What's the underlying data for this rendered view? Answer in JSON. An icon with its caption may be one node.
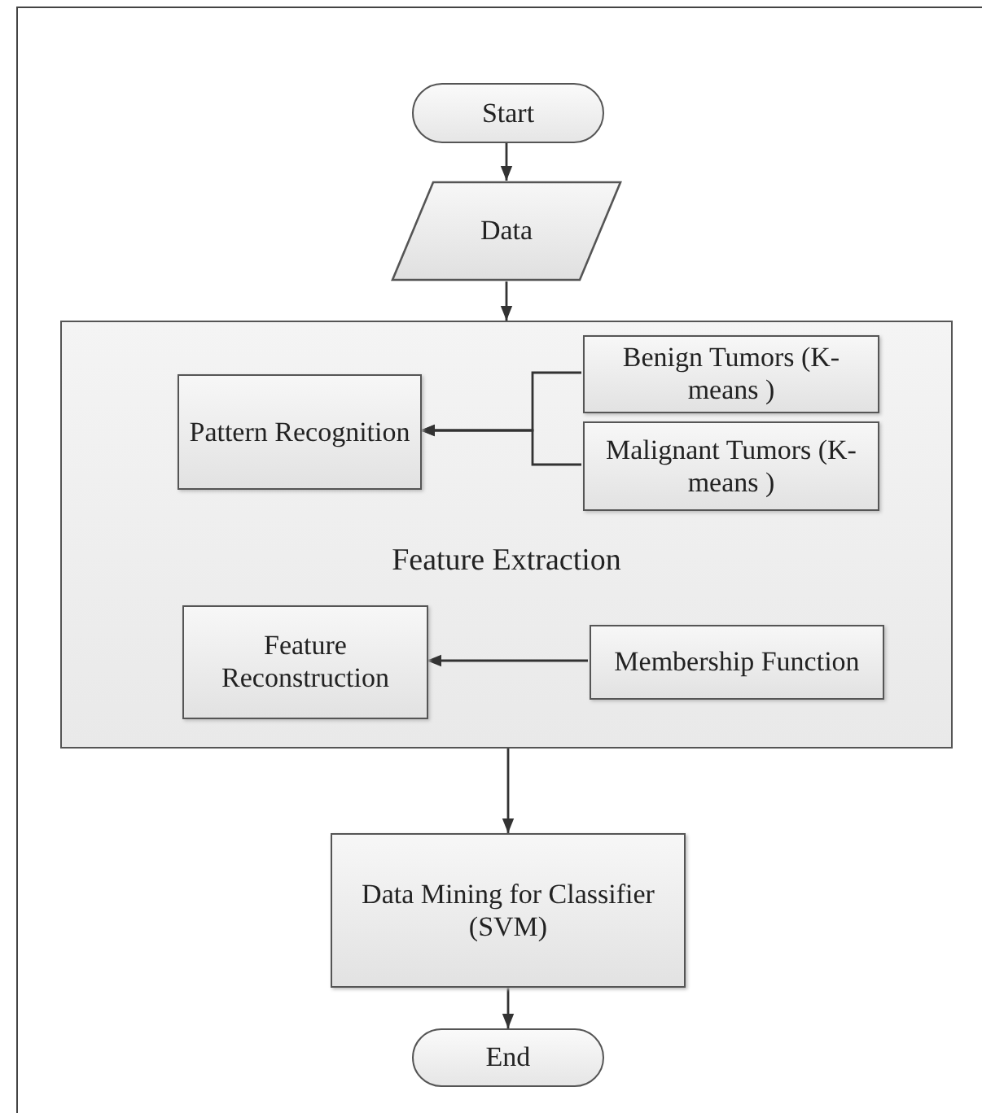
{
  "diagram": {
    "nodes": [
      {
        "text": [
          "Start"
        ]
      },
      {
        "text": [
          "Data"
        ]
      },
      {
        "text": [
          "Feature Extraction"
        ]
      },
      {
        "text": [
          "Pattern Recognition"
        ],
        "in": 2
      },
      {
        "text": [
          "Benign Tumors (K-means )"
        ],
        "in": 2
      },
      {
        "text": [
          "Malignant Tumors (K-means )"
        ],
        "in": 2
      },
      {
        "text": [
          "Feature Reconstruction"
        ],
        "in": 2
      },
      {
        "text": [
          "Membership Function"
        ],
        "in": 2
      },
      {
        "text": [
          "Data Mining for Classifier (SVM)"
        ]
      },
      {
        "text": [
          "End"
        ]
      }
    ],
    "edges": [
      {
        "from": 0,
        "to": 1,
        "arrow": "to"
      },
      {
        "from": 1,
        "to": 2,
        "arrow": "to"
      },
      {
        "from": 4,
        "to": 3,
        "arrow": "to"
      },
      {
        "from": 5,
        "to": 3,
        "arrow": "to"
      },
      {
        "from": 7,
        "to": 6,
        "arrow": "to"
      },
      {
        "from": 2,
        "to": 8,
        "arrow": "to"
      },
      {
        "from": 8,
        "to": 9,
        "arrow": "to"
      }
    ]
  }
}
